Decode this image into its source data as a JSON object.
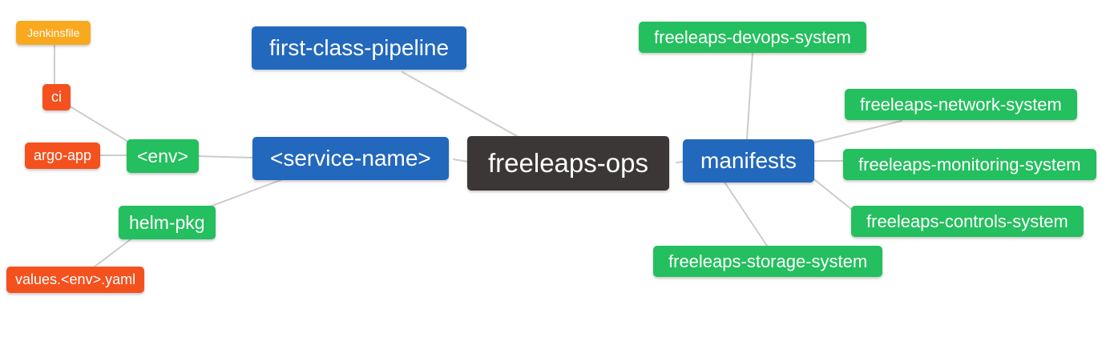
{
  "diagram": {
    "type": "mindmap",
    "background": "#ffffff",
    "edge_color": "#cccccc",
    "root_label": "freeleaps-ops"
  },
  "palette": {
    "root_dark": "#3b3737",
    "branch_blue": "#2268bd",
    "leaf_green": "#24bf5e",
    "leaf_red": "#f4511e",
    "leaf_orange": "#f9a91e",
    "text": "#ffffff"
  },
  "nodes": {
    "freeleaps_ops": {
      "label": "freeleaps-ops",
      "color": "#3b3737"
    },
    "first_class_pipeline": {
      "label": "first-class-pipeline",
      "color": "#2268bd"
    },
    "service_name": {
      "label": "<service-name>",
      "color": "#2268bd"
    },
    "manifests": {
      "label": "manifests",
      "color": "#2268bd"
    },
    "env": {
      "label": "<env>",
      "color": "#24bf5e"
    },
    "helm_pkg": {
      "label": "helm-pkg",
      "color": "#24bf5e"
    },
    "ci": {
      "label": "ci",
      "color": "#f4511e"
    },
    "argo_app": {
      "label": "argo-app",
      "color": "#f4511e"
    },
    "values_env_yaml": {
      "label": "values.<env>.yaml",
      "color": "#f4511e"
    },
    "jenkinsfile": {
      "label": "Jenkinsfile",
      "color": "#f9a91e"
    },
    "devops_system": {
      "label": "freeleaps-devops-system",
      "color": "#24bf5e"
    },
    "network_system": {
      "label": "freeleaps-network-system",
      "color": "#24bf5e"
    },
    "monitoring_system": {
      "label": "freeleaps-monitoring-system",
      "color": "#24bf5e"
    },
    "controls_system": {
      "label": "freeleaps-controls-system",
      "color": "#24bf5e"
    },
    "storage_system": {
      "label": "freeleaps-storage-system",
      "color": "#24bf5e"
    }
  },
  "edges": [
    {
      "from": "freeleaps_ops",
      "to": "first_class_pipeline"
    },
    {
      "from": "freeleaps_ops",
      "to": "service_name"
    },
    {
      "from": "freeleaps_ops",
      "to": "manifests"
    },
    {
      "from": "service_name",
      "to": "env"
    },
    {
      "from": "service_name",
      "to": "helm_pkg"
    },
    {
      "from": "env",
      "to": "ci"
    },
    {
      "from": "env",
      "to": "argo_app"
    },
    {
      "from": "ci",
      "to": "jenkinsfile"
    },
    {
      "from": "helm_pkg",
      "to": "values_env_yaml"
    },
    {
      "from": "manifests",
      "to": "devops_system"
    },
    {
      "from": "manifests",
      "to": "network_system"
    },
    {
      "from": "manifests",
      "to": "monitoring_system"
    },
    {
      "from": "manifests",
      "to": "controls_system"
    },
    {
      "from": "manifests",
      "to": "storage_system"
    }
  ]
}
